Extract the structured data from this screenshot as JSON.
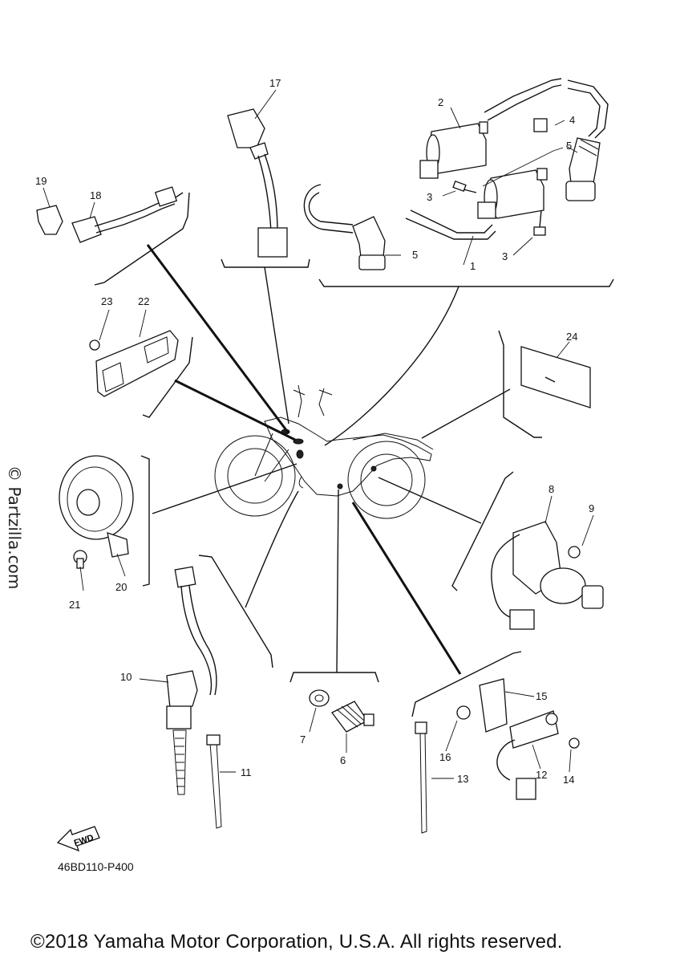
{
  "parts": [
    {
      "num": "1"
    },
    {
      "num": "2"
    },
    {
      "num": "3"
    },
    {
      "num": "3"
    },
    {
      "num": "4"
    },
    {
      "num": "5"
    },
    {
      "num": "5"
    },
    {
      "num": "6"
    },
    {
      "num": "7"
    },
    {
      "num": "8"
    },
    {
      "num": "9"
    },
    {
      "num": "10"
    },
    {
      "num": "11"
    },
    {
      "num": "12"
    },
    {
      "num": "13"
    },
    {
      "num": "14"
    },
    {
      "num": "15"
    },
    {
      "num": "16"
    },
    {
      "num": "17"
    },
    {
      "num": "18"
    },
    {
      "num": "19"
    },
    {
      "num": "20"
    },
    {
      "num": "21"
    },
    {
      "num": "22"
    },
    {
      "num": "23"
    },
    {
      "num": "24"
    }
  ],
  "fwd_label": "FWD",
  "watermark": "© Partzilla.com",
  "diagram_code": "46BD110-P400",
  "copyright": "©2018 Yamaha Motor Corporation, U.S.A. All rights reserved."
}
